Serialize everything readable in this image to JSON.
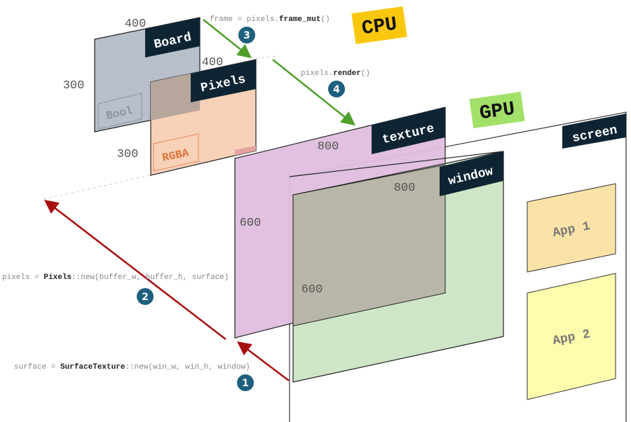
{
  "labels": {
    "cpu": "CPU",
    "gpu": "GPU",
    "board": "Board",
    "pixels": "Pixels",
    "texture": "texture",
    "window": "window",
    "screen": "screen",
    "bool": "Bool",
    "rgba": "RGBA",
    "app1": "App 1",
    "app2": "App 2"
  },
  "dimensions": {
    "board_w": "400",
    "board_h": "300",
    "pixels_w": "400",
    "pixels_h": "300",
    "texture_w": "800",
    "texture_h": "600",
    "window_w": "800",
    "window_h": "600"
  },
  "steps": [
    {
      "num": "1",
      "code_pre": "surface = ",
      "code_bold": "SurfaceTexture",
      "code_post": "::new(win_w, win_h, window)"
    },
    {
      "num": "2",
      "code_pre": "pixels = ",
      "code_bold": "Pixels",
      "code_post": "::new(buffer_w, buffer_h, surface)"
    },
    {
      "num": "3",
      "code_pre": "frame = pixels.",
      "code_bold": "frame_mut",
      "code_post": "()"
    },
    {
      "num": "4",
      "code_pre": "pixels.",
      "code_bold": "render",
      "code_post": "()"
    }
  ],
  "colors": {
    "cpu": "#f9c80e",
    "gpu": "#a3e06a",
    "tag": "#0f2433",
    "board": "#b3bcc8",
    "pixels": "#f6cdb2",
    "texture": "#dfbedd",
    "window": "#cbe5c4",
    "overlap": "#b7b6a8",
    "app1": "#fbe3a8",
    "app2": "#fdfdad",
    "badge": "#1d5f7e",
    "green_arrow": "#4f9e2a",
    "red_arrow": "#a80f0f"
  }
}
